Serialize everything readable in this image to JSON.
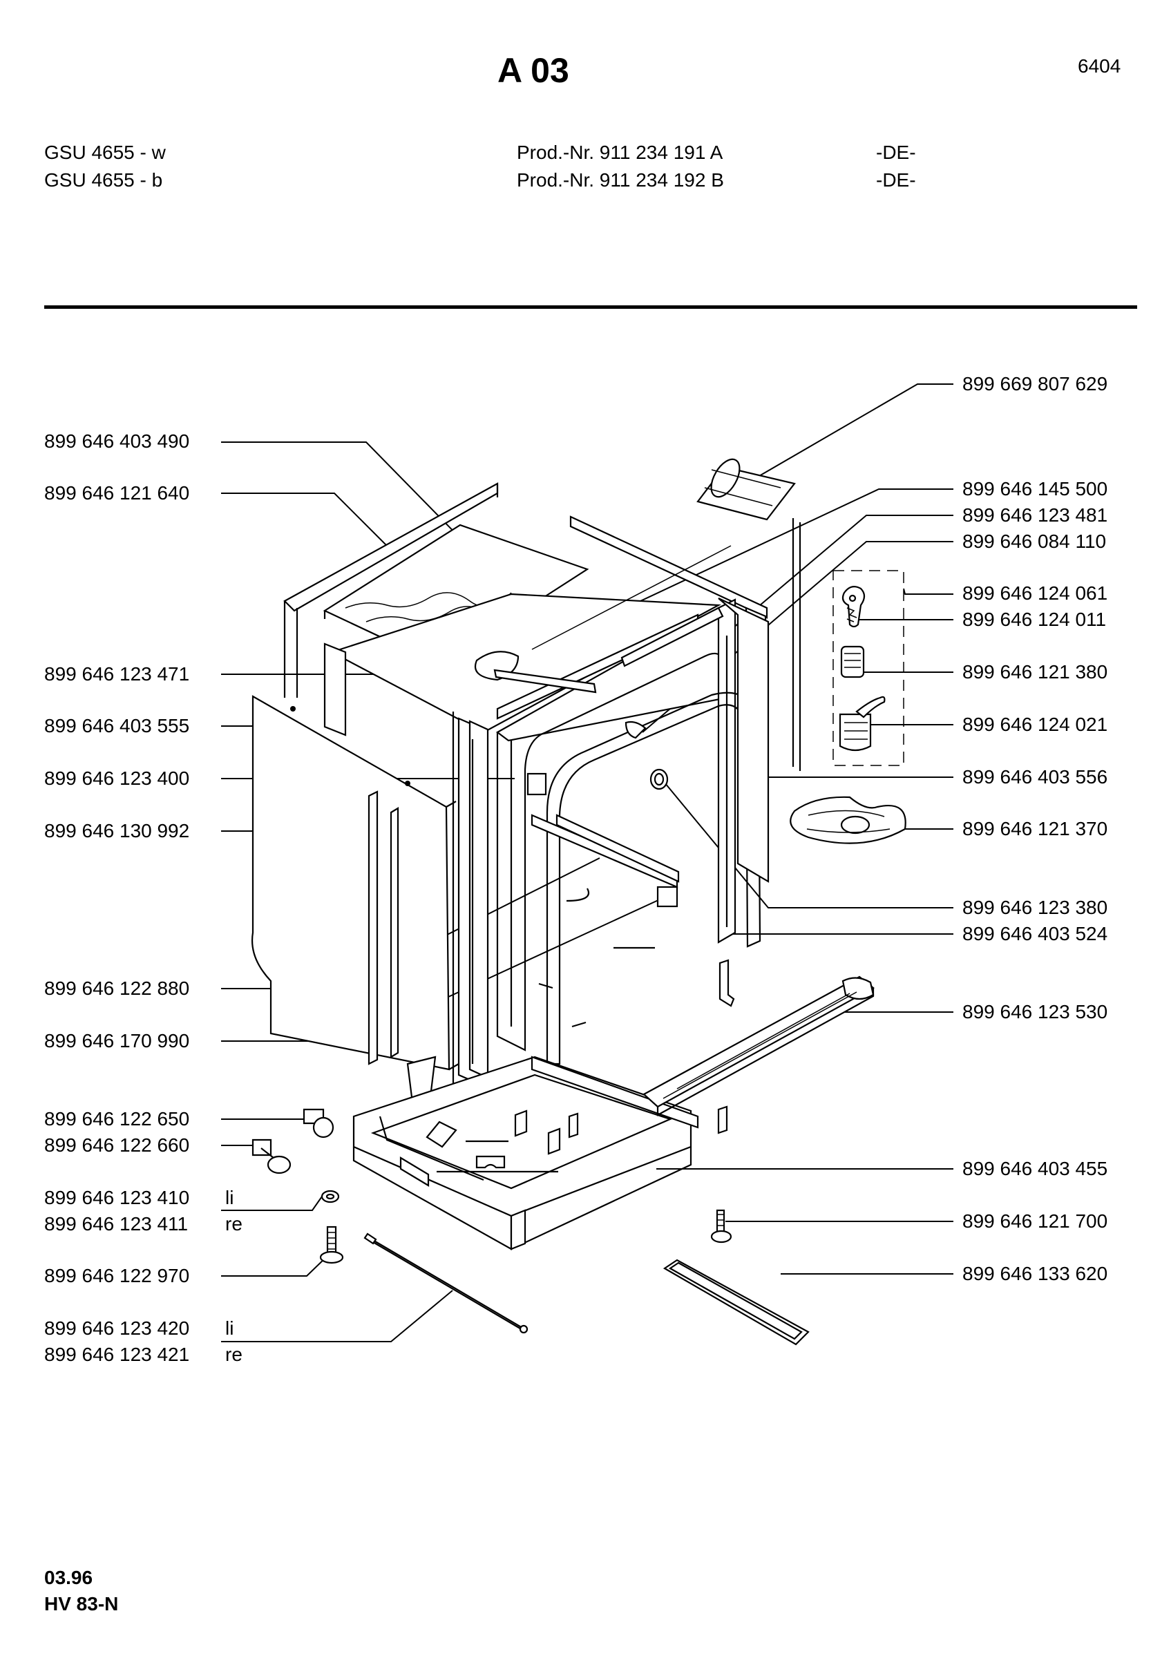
{
  "header": {
    "title": "A 03",
    "page_number": "6404",
    "models": [
      {
        "model": "GSU 4655 - w",
        "prod": "Prod.-Nr. 911 234 191 A",
        "region": "-DE-"
      },
      {
        "model": "GSU 4655 - b",
        "prod": "Prod.-Nr. 911 234 192 B",
        "region": "-DE-"
      }
    ]
  },
  "left_labels": [
    {
      "part": "899 646 403 490"
    },
    {
      "part": "899 646 121 640"
    },
    {
      "part": "899 646 123 471"
    },
    {
      "part": "899 646 403 555"
    },
    {
      "part": "899 646 123 400"
    },
    {
      "part": "899 646 130 992"
    },
    {
      "part": "899 646 122 880"
    },
    {
      "part": "899 646 170 990"
    },
    {
      "part": "899 646 122 650"
    },
    {
      "part": "899 646 122 660"
    },
    {
      "part": "899 646 123 410",
      "suffix": "li"
    },
    {
      "part": "899 646 123 411",
      "suffix": "re"
    },
    {
      "part": "899 646 122 970"
    },
    {
      "part": "899 646 123 420",
      "suffix": "li"
    },
    {
      "part": "899 646 123 421",
      "suffix": "re"
    }
  ],
  "right_labels": [
    {
      "part": "899 669 807 629"
    },
    {
      "part": "899 646 145 500"
    },
    {
      "part": "899 646 123 481"
    },
    {
      "part": "899 646 084 110"
    },
    {
      "part": "899 646 124 061"
    },
    {
      "part": "899 646 124 011"
    },
    {
      "part": "899 646 121 380"
    },
    {
      "part": "899 646 124 021"
    },
    {
      "part": "899 646 403 556"
    },
    {
      "part": "899 646 121 370"
    },
    {
      "part": "899 646 123 380"
    },
    {
      "part": "899 646 403 524"
    },
    {
      "part": "899 646 123 530"
    },
    {
      "part": "899 646 403 455"
    },
    {
      "part": "899 646 121 700"
    },
    {
      "part": "899 646 133 620"
    }
  ],
  "footer": {
    "date": "03.96",
    "code": "HV 83-N"
  }
}
